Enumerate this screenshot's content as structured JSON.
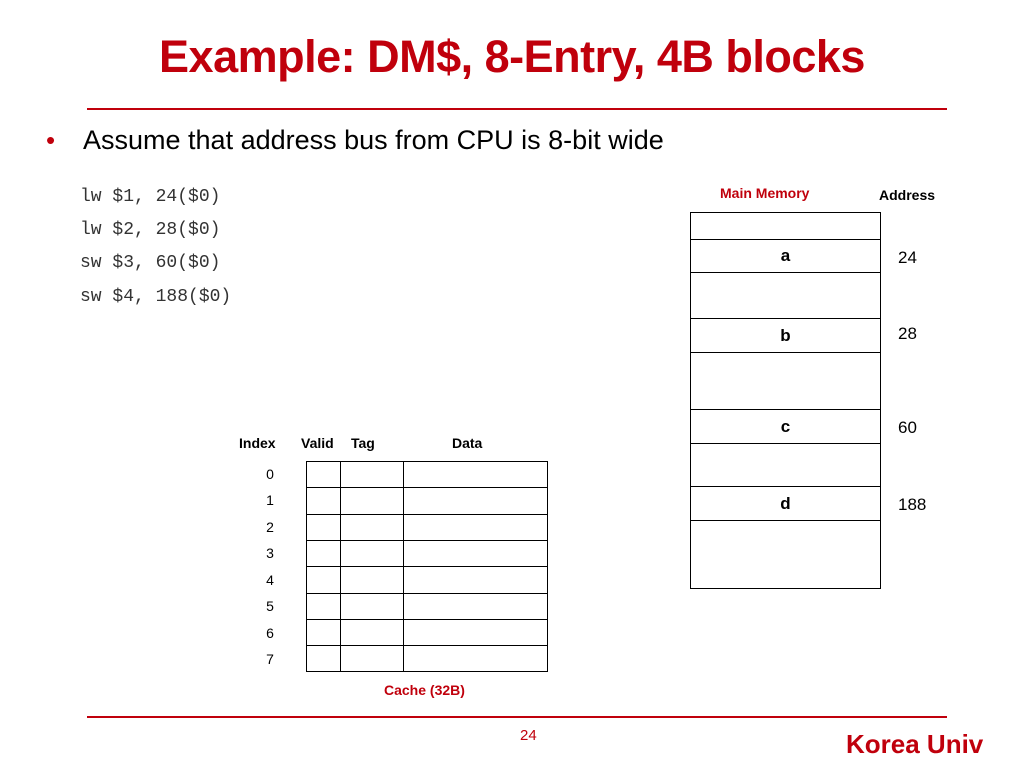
{
  "colors": {
    "accent": "#c0000c",
    "rule": "#c0000c",
    "text": "#000000"
  },
  "title": "Example: DM$, 8-Entry, 4B blocks",
  "bullet": {
    "icon": "bullet-dot",
    "symbol": "•",
    "text": "Assume that address bus from CPU is 8-bit wide"
  },
  "code_lines": [
    "lw $1, 24($0)",
    "lw $2, 28($0)",
    "sw $3, 60($0)",
    "sw $4, 188($0)"
  ],
  "cache": {
    "headers": {
      "index": "Index",
      "valid": "Valid",
      "tag": "Tag",
      "data": "Data"
    },
    "indices": [
      "0",
      "1",
      "2",
      "3",
      "4",
      "5",
      "6",
      "7"
    ],
    "caption": "Cache (32B)"
  },
  "memory": {
    "label": "Main Memory",
    "address_label": "Address",
    "blocks": [
      {
        "label": "a",
        "address": "24"
      },
      {
        "label": "b",
        "address": "28"
      },
      {
        "label": "c",
        "address": "60"
      },
      {
        "label": "d",
        "address": "188"
      }
    ]
  },
  "page_number": "24",
  "footer": "Korea Univ"
}
